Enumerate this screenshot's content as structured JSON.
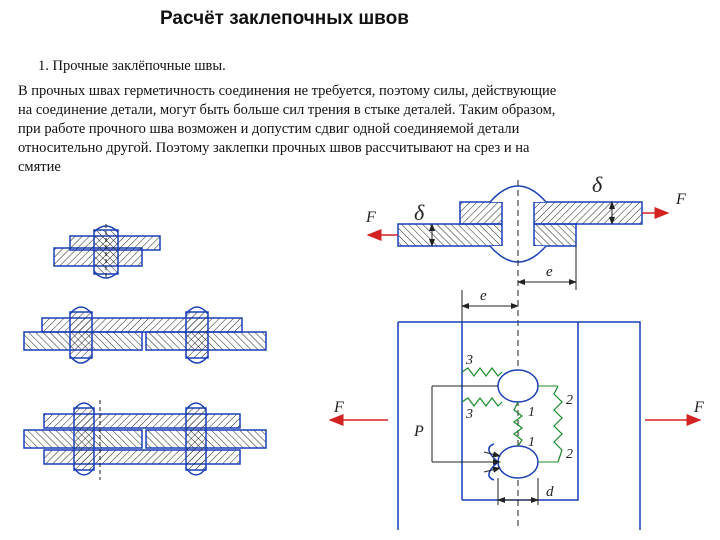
{
  "title": "Расчёт заклепочных швов",
  "subtitle": "1. Прочные заклёпочные швы.",
  "paragraph": [
    "  В прочных швах герметичность соединения не требуется, поэтому силы, действующие",
    "на соединение детали, могут быть больше сил трения в стыке деталей. Таким образом,",
    "при работе прочного шва возможен и допустим сдвиг одной соединяемой детали",
    "относительно другой. Поэтому заклепки прочных швов рассчитывают на срез и на",
    "смятие"
  ],
  "labels": {
    "F": "F",
    "delta": "δ",
    "e": "e",
    "P": "P",
    "d": "d",
    "spring1": "1",
    "spring2": "2",
    "spring3": "3"
  },
  "colors": {
    "stroke": "#1a3fb8",
    "hatch": "#222222",
    "arrow": "#d22222"
  }
}
